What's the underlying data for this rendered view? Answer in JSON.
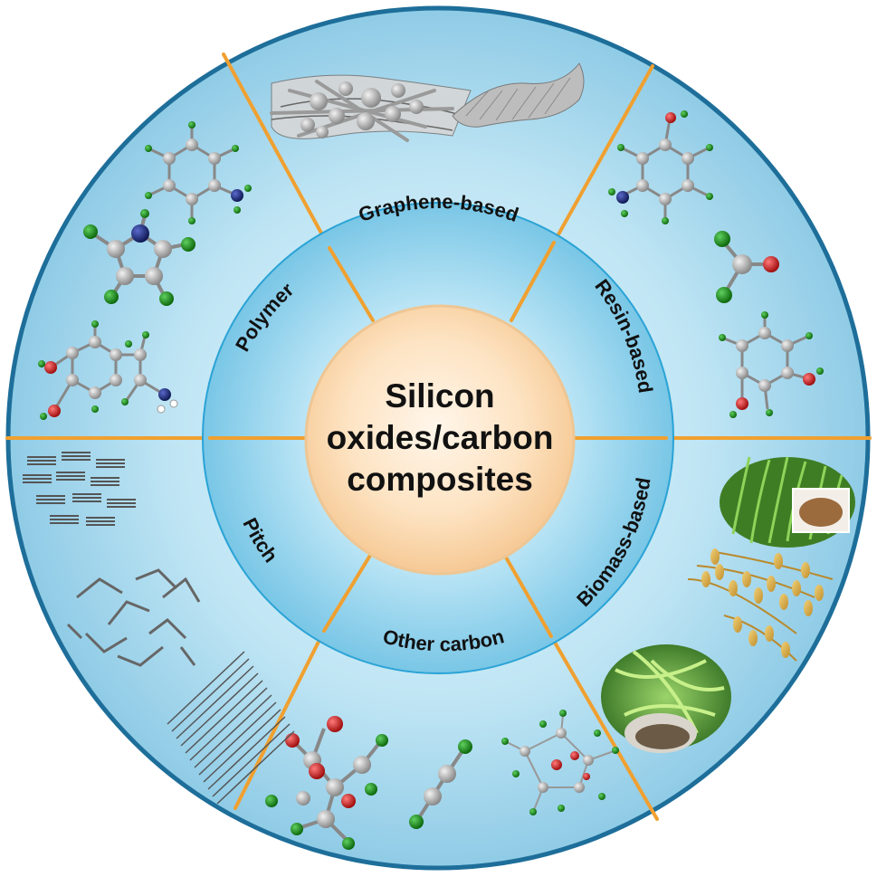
{
  "center": {
    "line1": "Silicon",
    "line2": "oxides/carbon",
    "line3": "composites"
  },
  "segments": {
    "graphene": "Graphene-based",
    "resin": "Resin-based",
    "biomass": "Biomass-based",
    "other": "Other carbon",
    "pitch": "Pitch",
    "polymer": "Polymer"
  },
  "colors": {
    "outer_ring": "#b7dff0",
    "outer_ring_edge": "#1e6e9a",
    "middle_ring": "#7ccbea",
    "inner_core": "#fbe0bb",
    "core_edge": "#eec694",
    "divider": "#f0a030",
    "atom_carbon": "#a8a8a8",
    "atom_hydrogen": "#1f8a1f",
    "atom_oxygen": "#d61a1a",
    "atom_nitrogen": "#1a2a7a"
  }
}
